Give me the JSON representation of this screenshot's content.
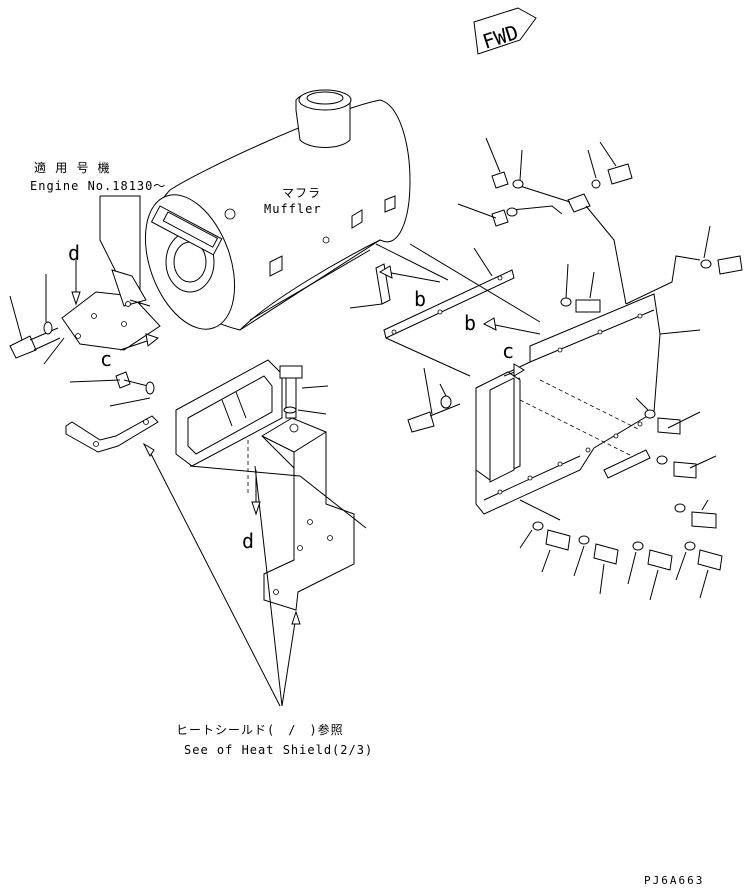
{
  "labels": {
    "fwd": "FWD",
    "muffler_jp": "マフラ",
    "muffler_en": "Muffler",
    "serial_jp": "適 用 号 機",
    "serial_en": "Engine No.18130～",
    "ref_jp": "ヒートシールド(　/　)参照",
    "ref_en": "See of Heat Shield(2/3)",
    "drawing_code": "PJ6A663"
  },
  "callouts": {
    "b1": "b",
    "b2": "b",
    "c1": "c",
    "c2": "c",
    "d1": "d",
    "d2": "d"
  }
}
